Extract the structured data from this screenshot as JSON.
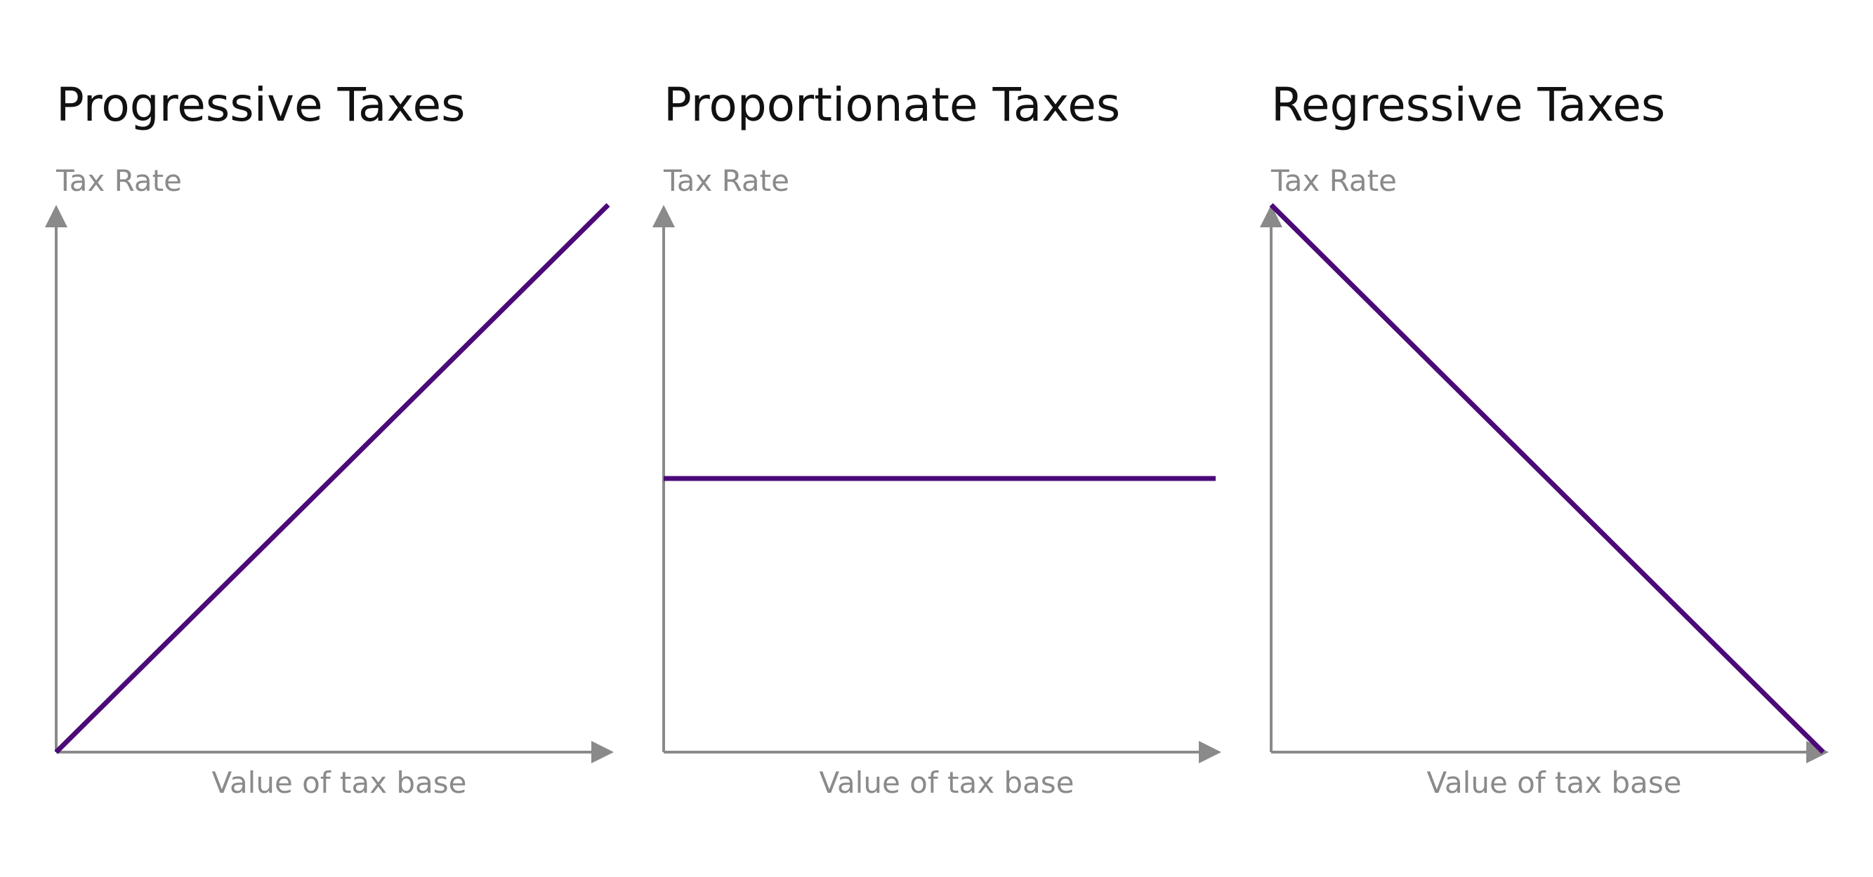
{
  "colors": {
    "axis": "#8a8a8a",
    "series": "#4b0a78",
    "title": "#111111",
    "background": "#ffffff"
  },
  "chart_data": [
    {
      "type": "line",
      "title": "Progressive Taxes",
      "xlabel": "Value of tax base",
      "ylabel": "Tax Rate",
      "xlim": [
        0,
        1
      ],
      "ylim": [
        0,
        1
      ],
      "grid": false,
      "ticks": false,
      "series": [
        {
          "x": [
            0,
            1
          ],
          "y": [
            0,
            1
          ]
        }
      ]
    },
    {
      "type": "line",
      "title": "Proportionate Taxes",
      "xlabel": "Value of tax base",
      "ylabel": "Tax Rate",
      "xlim": [
        0,
        1
      ],
      "ylim": [
        0,
        1
      ],
      "grid": false,
      "ticks": false,
      "series": [
        {
          "x": [
            0,
            1
          ],
          "y": [
            0.5,
            0.5
          ]
        }
      ]
    },
    {
      "type": "line",
      "title": "Regressive Taxes",
      "xlabel": "Value of tax base",
      "ylabel": "Tax Rate",
      "xlim": [
        0,
        1
      ],
      "ylim": [
        0,
        1
      ],
      "grid": false,
      "ticks": false,
      "series": [
        {
          "x": [
            0,
            1
          ],
          "y": [
            1,
            0
          ]
        }
      ]
    }
  ]
}
